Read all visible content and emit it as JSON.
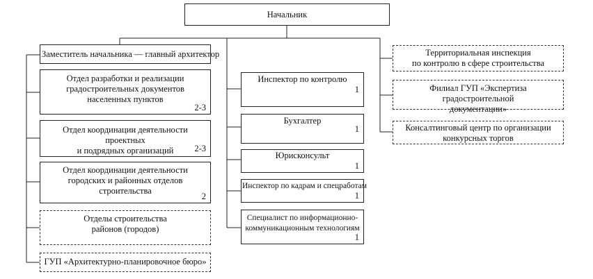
{
  "boxes": {
    "head": {
      "label": "Начальник"
    },
    "deputy": {
      "label": "Заместитель начальника — главный архитектор"
    },
    "dept1": {
      "label": "Отдел разработки и реализации\nградостроительных документов\nнаселенных пунктов",
      "count": "2-3"
    },
    "dept2": {
      "label": "Отдел координации деятельности проектных\nи подрядных организаций",
      "count": "2-3"
    },
    "dept3": {
      "label": "Отдел координации деятельности\nгородских и районных отделов\nстроительства",
      "count": "2"
    },
    "dept4": {
      "label": "Отделы строительства\nрайонов (городов)"
    },
    "dept5": {
      "label": "ГУП «Архитектурно-планировочное бюро»"
    },
    "mid1": {
      "label": "Инспектор по контролю",
      "count": "1"
    },
    "mid2": {
      "label": "Бухгалтер",
      "count": "1"
    },
    "mid3": {
      "label": "Юрисконсульт",
      "count": "1"
    },
    "mid4": {
      "label": "Инспектор по кадрам и спецработам",
      "count": "1"
    },
    "mid5": {
      "label": "Специалист по информационно-\nкоммуникационным технологиям",
      "count": "1"
    },
    "right1": {
      "label": "Территориальная инспекция\nпо контролю в сфере строительства"
    },
    "right2": {
      "label": "Филиал ГУП «Экспертиза градостроительной\nдокументации»"
    },
    "right3": {
      "label": "Консалтинговый центр по организации\nконкурсных торгов"
    }
  }
}
